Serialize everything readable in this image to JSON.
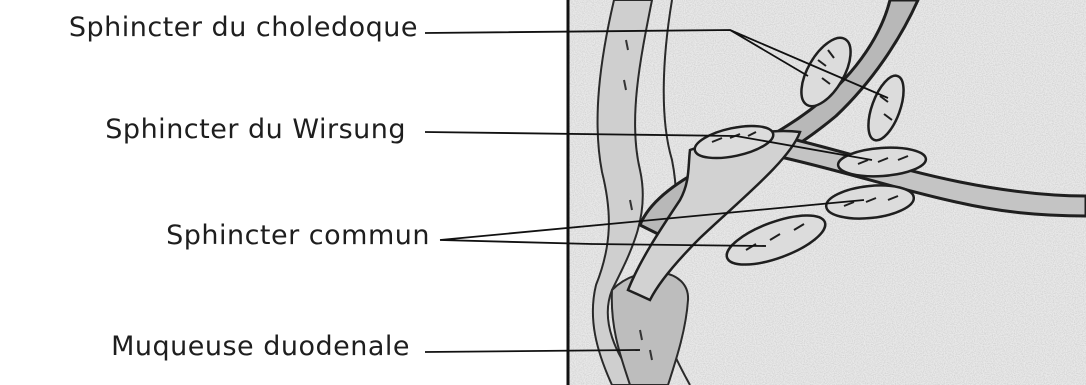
{
  "diagram": {
    "labels": {
      "choledoque": "Sphincter du choledoque",
      "wirsung": "Sphincter du Wirsung",
      "commun": "Sphincter commun",
      "muqueuse": "Muqueuse duodenale"
    }
  }
}
